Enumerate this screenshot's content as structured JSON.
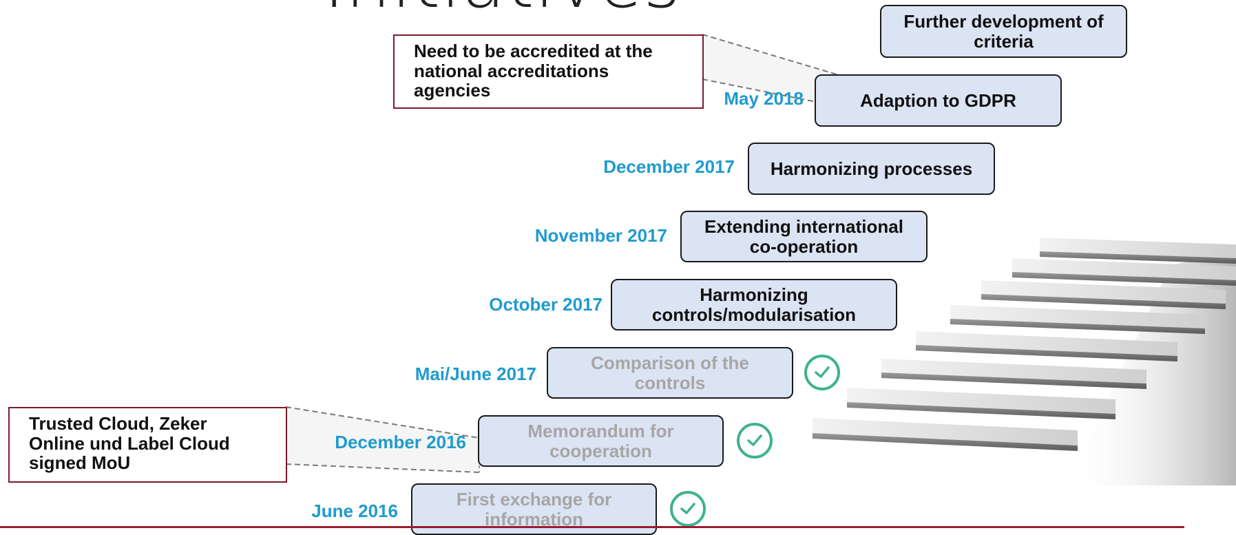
{
  "title": "Initiatives",
  "colors": {
    "box_fill": "#dbe4f3",
    "date_text": "#1f9bcf",
    "done_text": "#a6a6a6",
    "note_border": "#7a1a2e",
    "check": "#3fb28f",
    "footer_line": "#9b1b30"
  },
  "steps": [
    {
      "date": "June 2016",
      "label": "First exchange for information",
      "done": true
    },
    {
      "date": "December 2016",
      "label": "Memorandum for cooperation",
      "done": true
    },
    {
      "date": "Mai/June 2017",
      "label": "Comparison of the controls",
      "done": true
    },
    {
      "date": "October 2017",
      "label": "Harmonizing controls/modularisation",
      "done": false
    },
    {
      "date": "November 2017",
      "label": "Extending international co-operation",
      "done": false
    },
    {
      "date": "December 2017",
      "label": "Harmonizing processes",
      "done": false
    },
    {
      "date": "May 2018",
      "label": "Adaption to GDPR",
      "done": false
    },
    {
      "date": "",
      "label": "Further development of criteria",
      "done": false
    }
  ],
  "notes": [
    {
      "text": "Need to be accredited at the national accreditations agencies"
    },
    {
      "text": "Trusted Cloud, Zeker Online und Label Cloud signed MoU"
    }
  ],
  "check_icon": "check-circle-icon"
}
